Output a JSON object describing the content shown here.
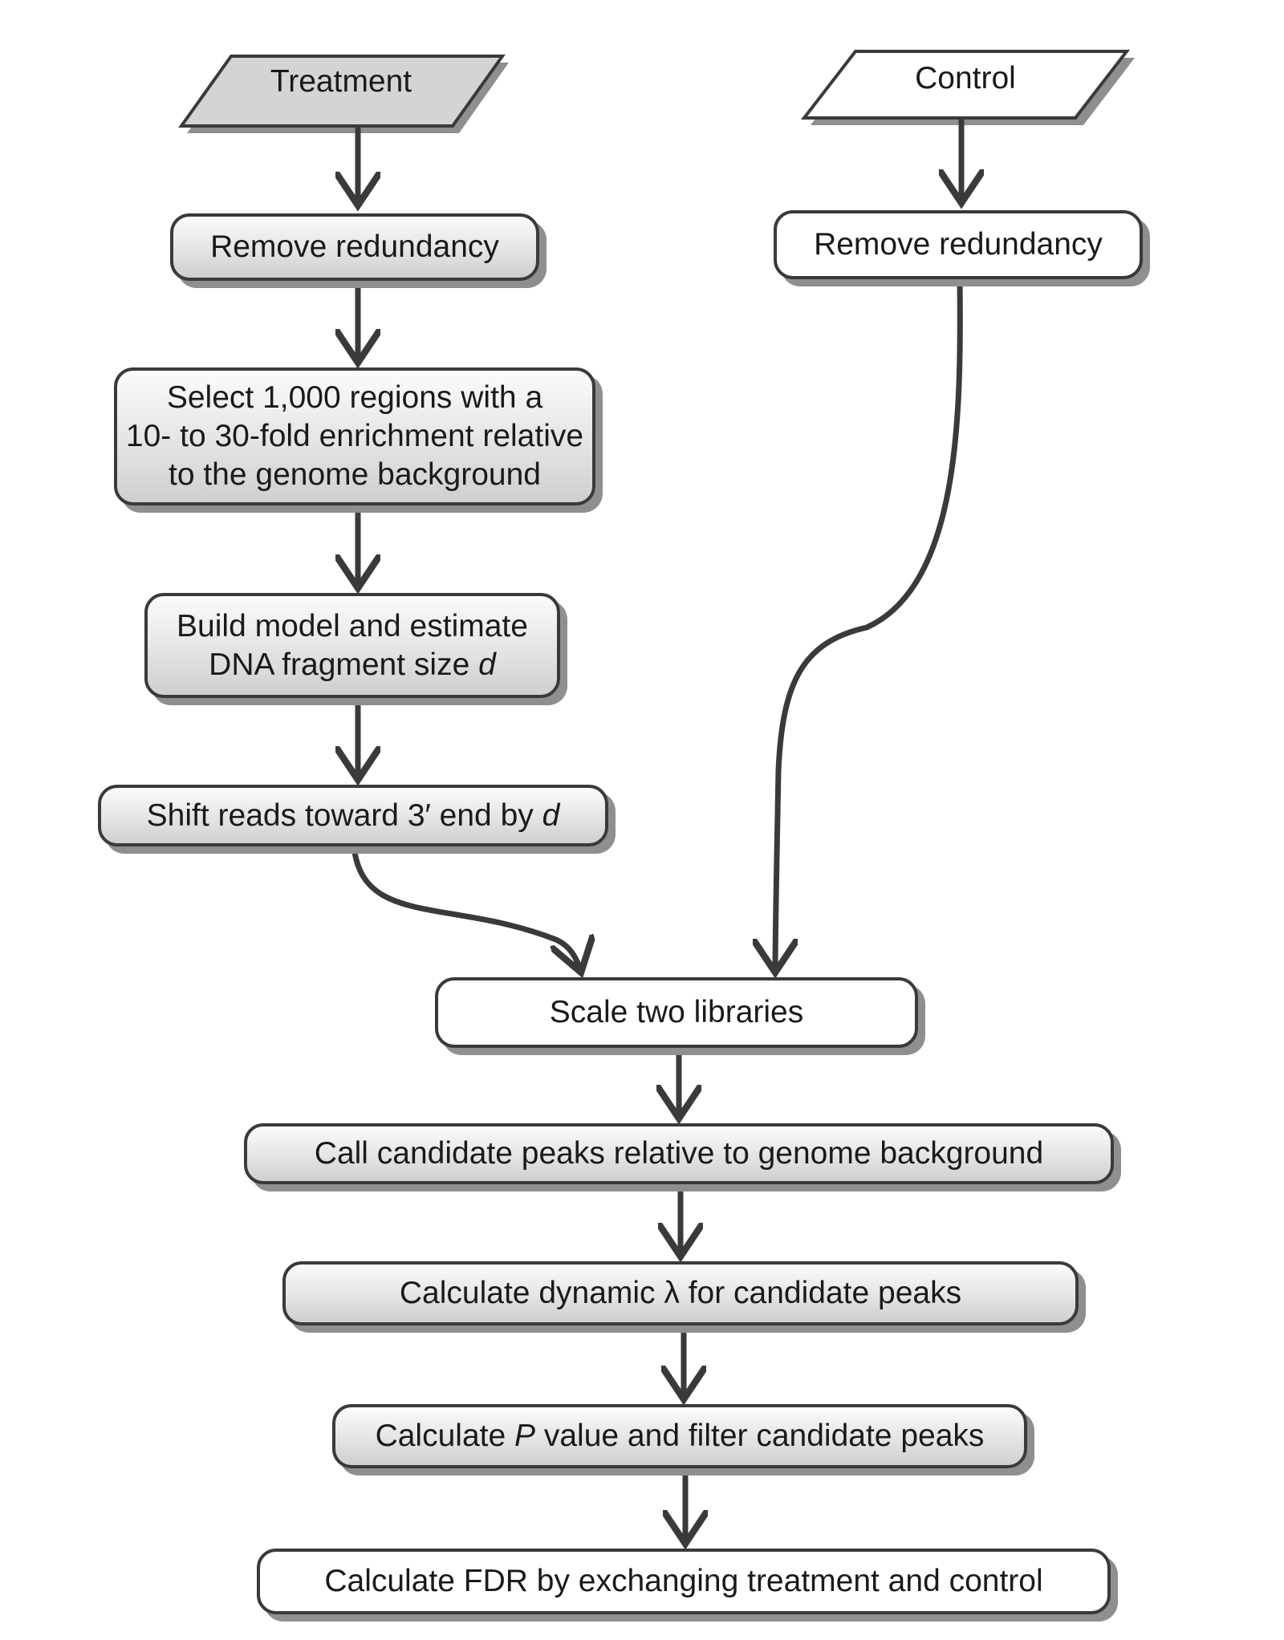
{
  "inputs": {
    "treatment": "Treatment",
    "control": "Control"
  },
  "treatment_steps": {
    "remove_redundancy": "Remove redundancy",
    "select_regions": "Select 1,000 regions with a\n10- to 30-fold enrichment relative\nto the genome background",
    "build_model_prefix": "Build model and estimate\nDNA fragment size ",
    "build_model_var": "d",
    "shift_reads_prefix": "Shift reads toward 3′ end by ",
    "shift_reads_var": "d"
  },
  "control_steps": {
    "remove_redundancy": "Remove redundancy"
  },
  "shared_steps": {
    "scale_libraries": "Scale two libraries",
    "call_peaks": "Call candidate peaks relative to genome background",
    "dynamic_lambda": "Calculate dynamic λ for candidate peaks",
    "p_value_prefix": "Calculate ",
    "p_value_var": "P",
    "p_value_suffix": " value and filter candidate peaks",
    "fdr": "Calculate FDR by exchanging treatment and control"
  },
  "colors": {
    "stroke": "#3a3a3a",
    "shadow": "#8f8f8f",
    "input_fill_treatment": "#d4d4d4",
    "input_fill_control": "#ffffff"
  }
}
